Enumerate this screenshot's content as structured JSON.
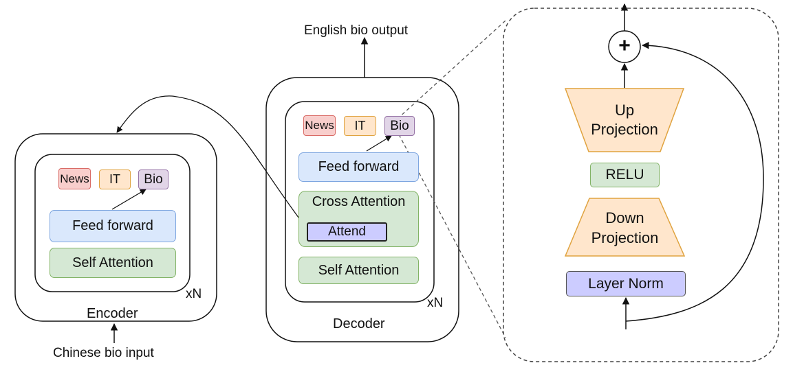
{
  "encoder": {
    "label": "Encoder",
    "repeat": "xN",
    "input_label": "Chinese bio input",
    "adapters": [
      "News",
      "IT",
      "Bio"
    ],
    "feed_forward": "Feed forward",
    "self_attention": "Self Attention"
  },
  "decoder": {
    "label": "Decoder",
    "repeat": "xN",
    "output_label": "English bio output",
    "adapters": [
      "News",
      "IT",
      "Bio"
    ],
    "feed_forward": "Feed forward",
    "cross_attention": "Cross Attention",
    "attend": "Attend",
    "self_attention": "Self Attention"
  },
  "adapter": {
    "plus": "+",
    "up_projection": [
      "Up",
      "Projection"
    ],
    "relu": "RELU",
    "down_projection": [
      "Down",
      "Projection"
    ],
    "layer_norm": "Layer Norm"
  },
  "colors": {
    "feed_forward": "#dae8fc",
    "attention": "#d5e8d4",
    "news": "#f8cecc",
    "it": "#ffe6cc",
    "bio": "#e1d5e7",
    "attend": "#ccccff",
    "projection": "#ffe6cc"
  }
}
